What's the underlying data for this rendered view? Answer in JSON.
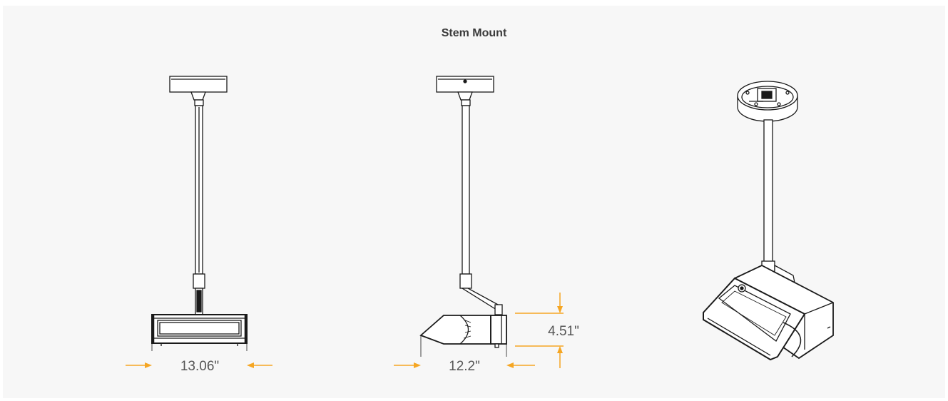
{
  "title": "Stem Mount",
  "colors": {
    "background": "#f7f7f7",
    "line": "#1a1a1a",
    "dimension": "#f5a623",
    "text": "#555555"
  },
  "dimensions": {
    "front_width": "13.06\"",
    "side_depth": "12.2\"",
    "side_height": "4.51\""
  }
}
